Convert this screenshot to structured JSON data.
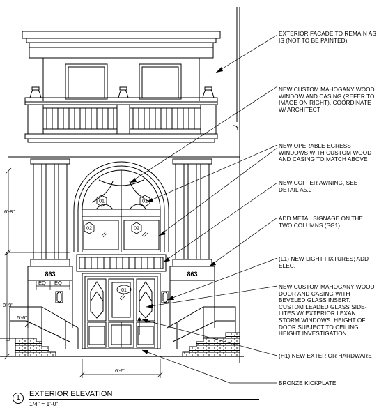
{
  "notes": [
    "EXTERIOR FACADE TO REMAIN AS IS (NOT TO BE PAINTED)",
    "NEW CUSTOM MAHOGANY WOOD WINDOW AND CASING (REFER TO IMAGE ON RIGHT). COORDINATE W/ ARCHITECT",
    "NEW OPERABLE EGRESS WINDOWS WITH CUSTOM WOOD AND CASING TO MATCH ABOVE",
    "NEW COFFER AWNING, SEE DETAIL A5.0",
    "ADD METAL SIGNAGE ON THE TWO COLUMNS (SG1)",
    "(L1) NEW LIGHT FIXTURES; ADD ELEC.",
    "NEW CUSTOM MAHOGANY WOOD DOOR AND CASING WITH BEVELED GLASS INSERT. CUSTOM LEADED GLASS SIDE-LITES W/ EXTERIOR LEXAN STORM WINDOWS. HEIGHT OF DOOR SUBJECT TO CEILING HEIGHT INVESTIGATION.",
    "(H1) NEW EXTERIOR HARDWARE",
    "BRONZE KICKPLATE"
  ],
  "dimensions": {
    "left_upper": "6'-8\"",
    "left_middle": "8'-9\"",
    "left_lower": "6'-6\"",
    "bottom": "6'-6\"",
    "eq": "EQ"
  },
  "tags": {
    "window_top": "01",
    "window_mid": "02",
    "door": "01"
  },
  "address_number": "863",
  "title": {
    "number": "1",
    "name": "EXTERIOR ELEVATION",
    "scale": "1/4\" = 1'-0\""
  }
}
